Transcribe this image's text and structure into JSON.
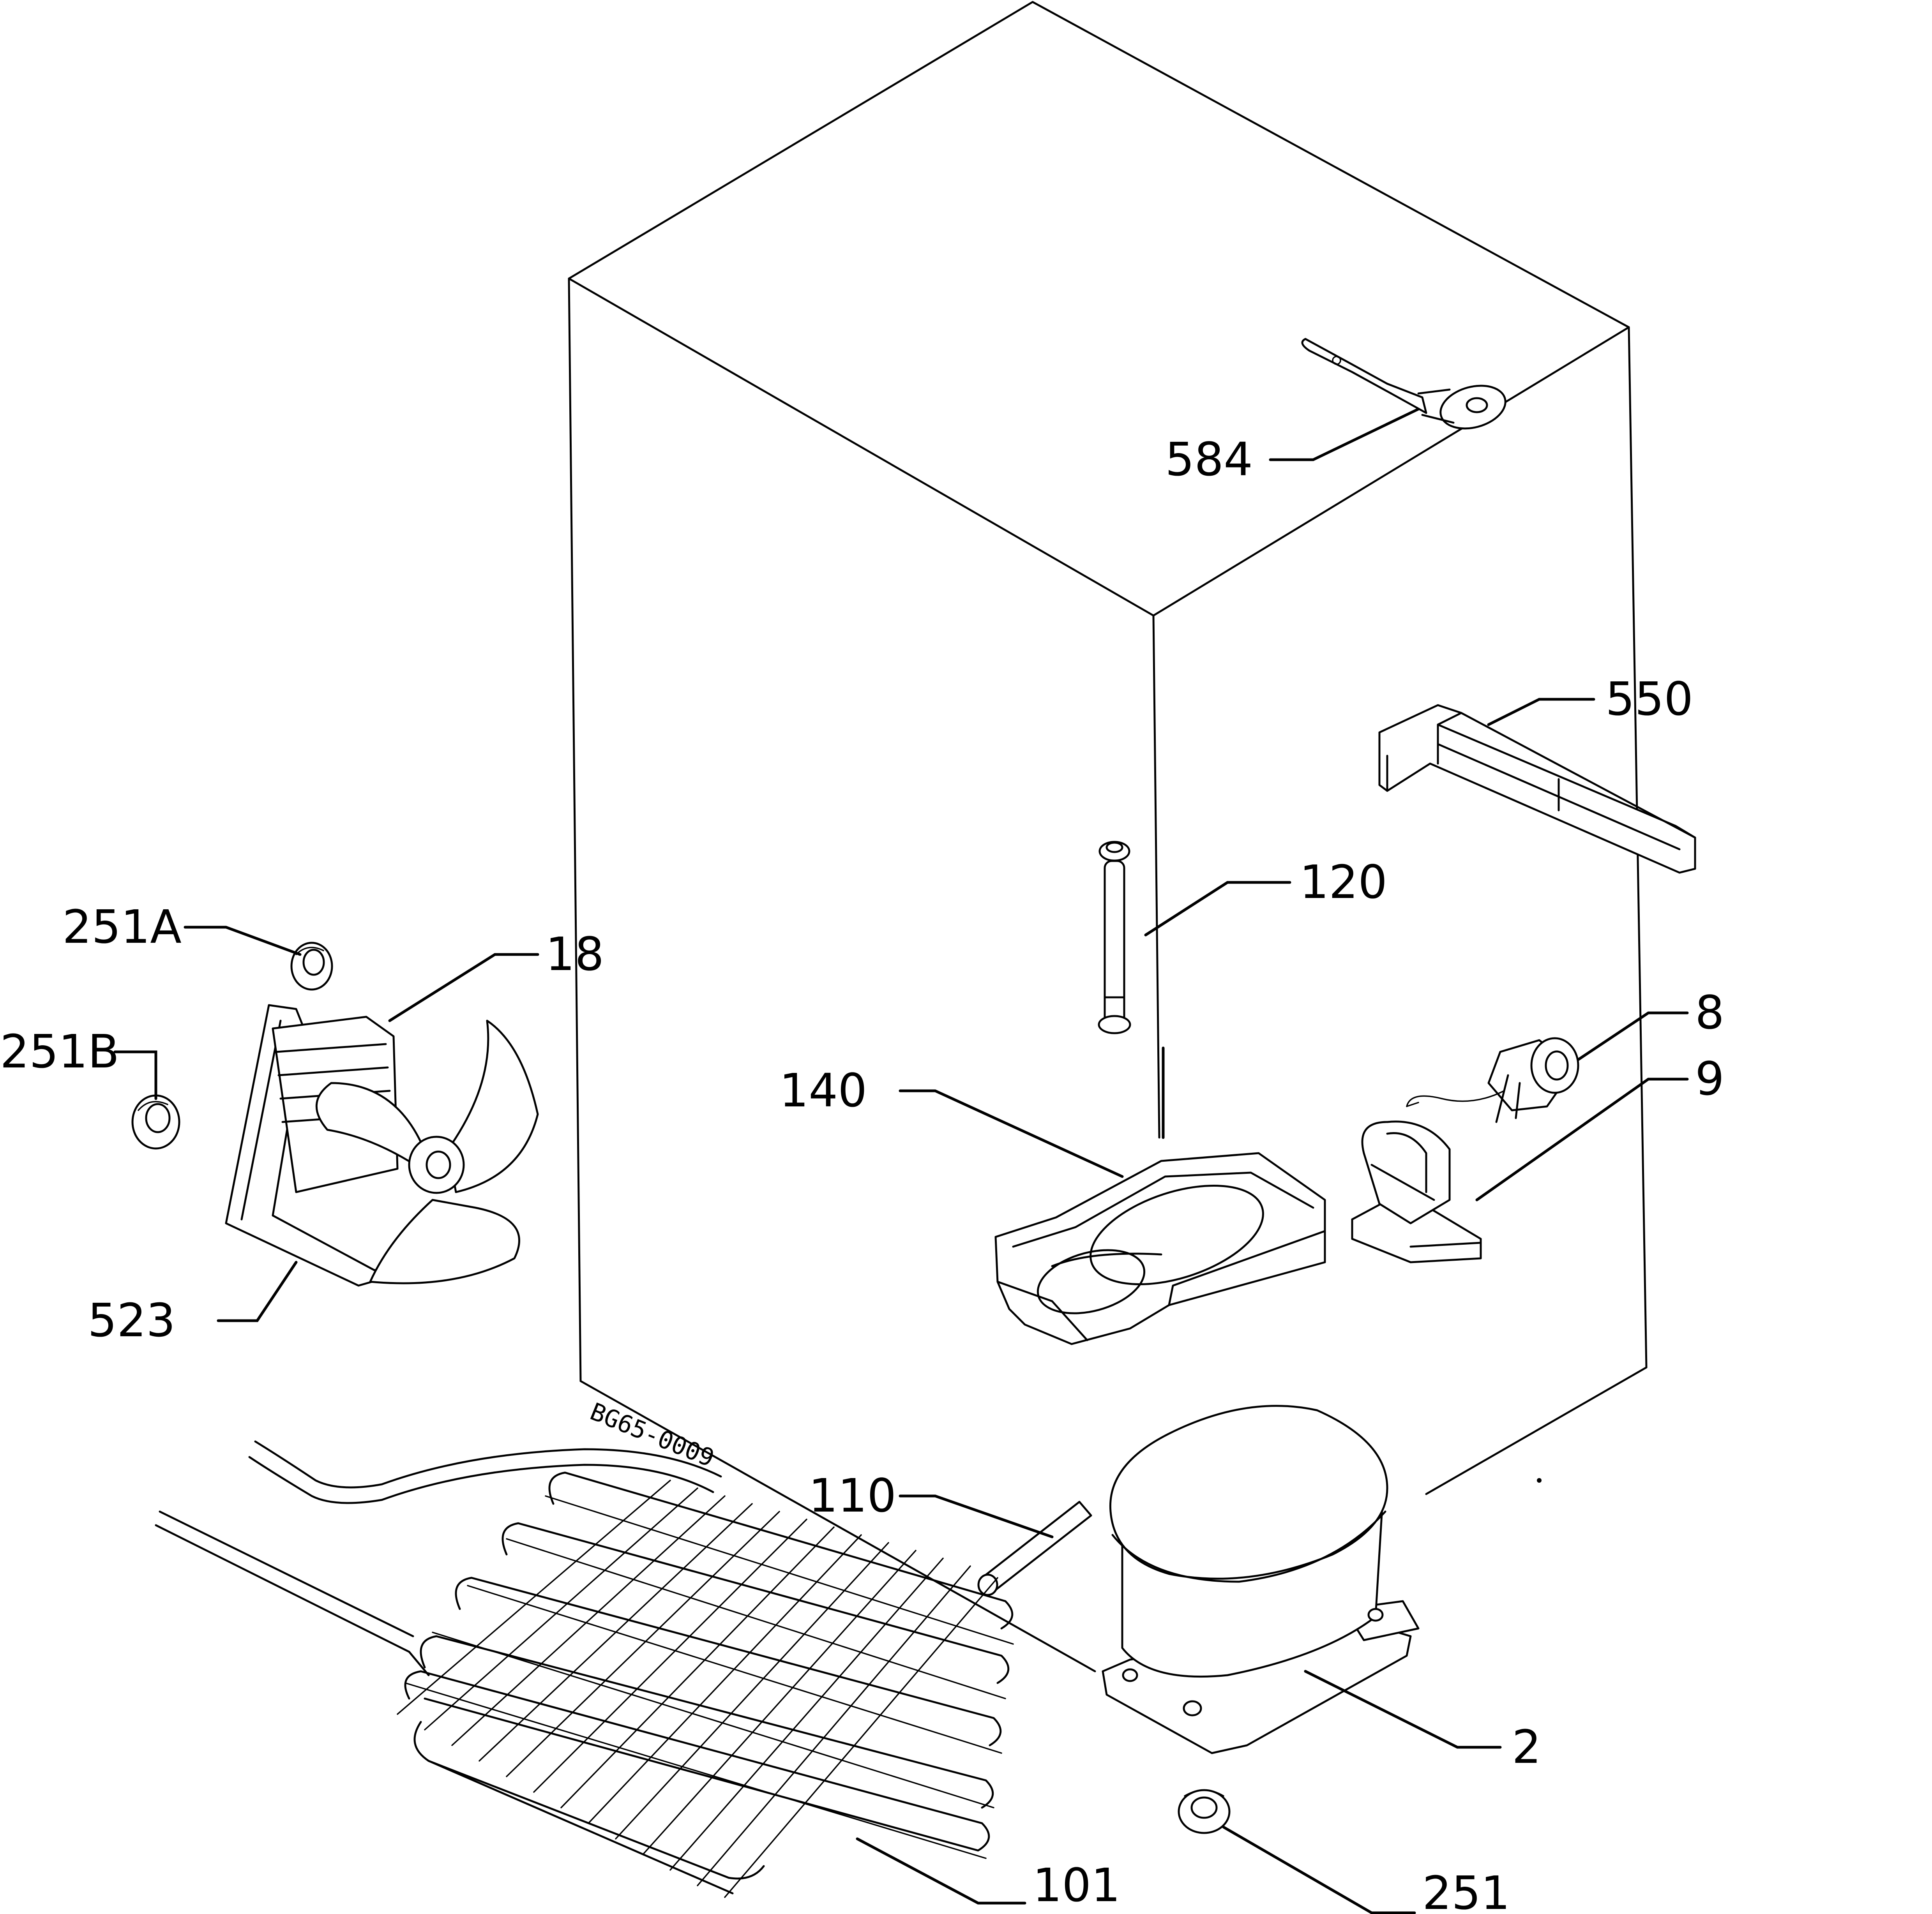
{
  "drawing_code": "BG65-0009",
  "callouts": {
    "c584": "584",
    "c550": "550",
    "c120": "120",
    "c251A": "251A",
    "c18": "18",
    "c8": "8",
    "c251B": "251B",
    "c140": "140",
    "c9": "9",
    "c523": "523",
    "c110": "110",
    "c2": "2",
    "c101": "101",
    "c251": "251"
  }
}
